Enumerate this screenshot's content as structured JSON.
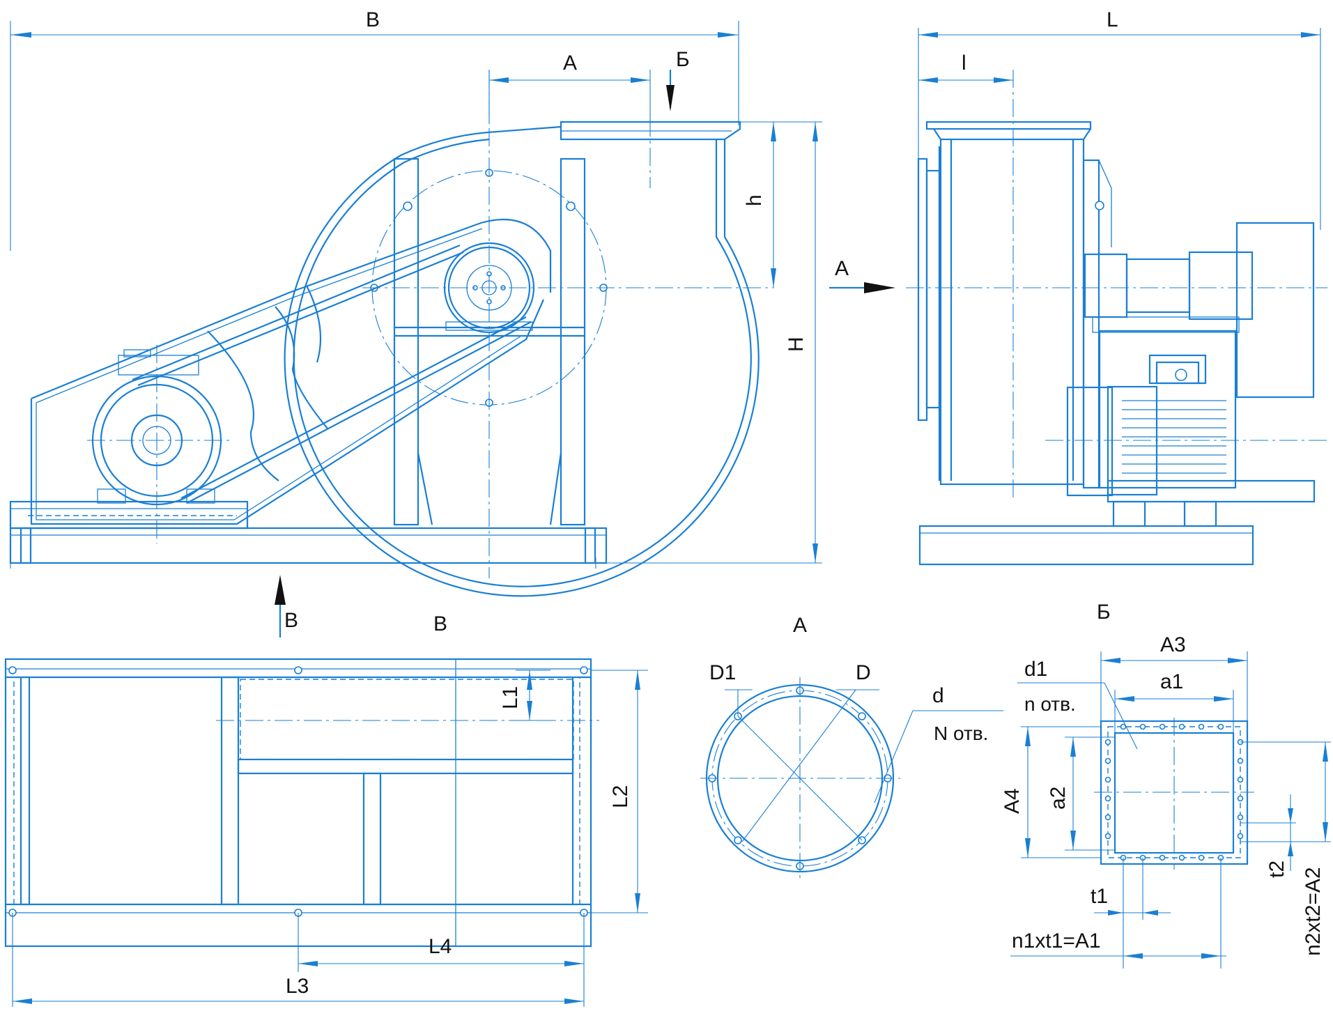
{
  "front_view": {
    "dim_B": "В",
    "dim_A": "А",
    "dim_h": "h",
    "dim_H": "H",
    "arrow_B": "Б",
    "arrow_V": "В",
    "arrow_A": "А"
  },
  "side_view": {
    "dim_L": "L",
    "dim_l": "l"
  },
  "view_V": {
    "title": "В",
    "dim_L1": "L1",
    "dim_L2": "L2",
    "dim_L3": "L3",
    "dim_L4": "L4"
  },
  "view_A": {
    "title": "А",
    "dim_D1": "D1",
    "dim_D": "D",
    "dim_d": "d",
    "holes_N": "N отв."
  },
  "view_B": {
    "title": "Б",
    "dim_A3": "А3",
    "dim_a1": "а1",
    "dim_d1": "d1",
    "holes_n": "n отв.",
    "dim_A4": "А4",
    "dim_a2": "а2",
    "dim_t1": "t1",
    "dim_t2": "t2",
    "dim_n1t1": "n1xt1=A1",
    "dim_n2t2": "n2xt2=A2"
  }
}
